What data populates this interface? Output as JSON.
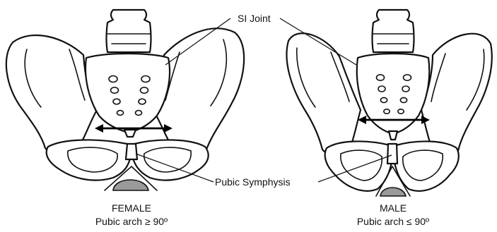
{
  "labels": {
    "si_joint": "SI Joint",
    "pubic_symphysis": "Pubic Symphysis"
  },
  "female": {
    "title": "FEMALE",
    "subtitle": "Pubic arch ≥ 90º"
  },
  "male": {
    "title": "MALE",
    "subtitle": "Pubic arch ≤ 90º"
  },
  "colors": {
    "line": "#111111",
    "arch_fill": "#9a9a9a",
    "background": "#ffffff"
  }
}
